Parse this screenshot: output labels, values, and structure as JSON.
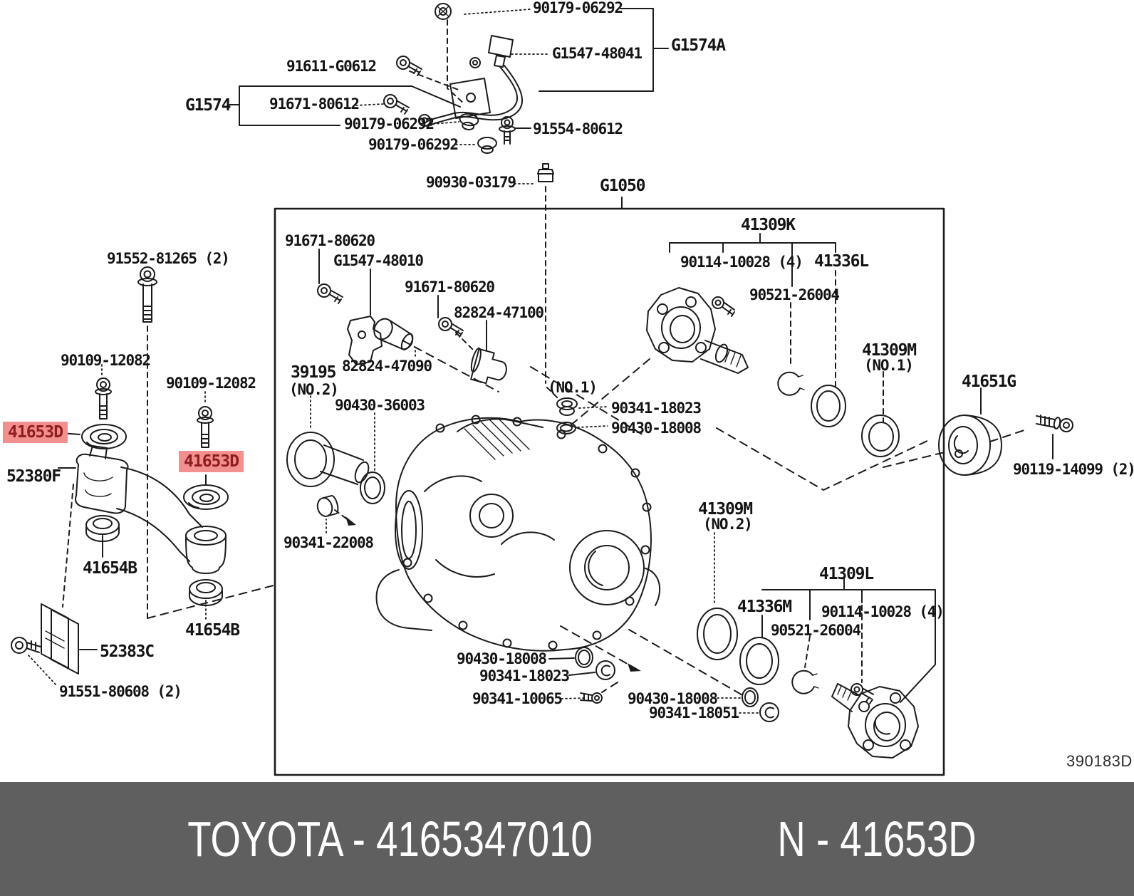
{
  "diagram": {
    "figure_number": "390183D",
    "highlight": {
      "background": "#f29090",
      "text_color": "#8f1d1d"
    },
    "line_color": "#1b1b1b",
    "labels": [
      {
        "id": "grommet-top",
        "text": "90179-06292"
      },
      {
        "id": "sensor-wire-g1547-48041",
        "text": "G1547-48041"
      },
      {
        "id": "group-g1574a",
        "text": "G1574A"
      },
      {
        "id": "bolt-91611-g0612",
        "text": "91611-G0612"
      },
      {
        "id": "group-g1574",
        "text": "G1574"
      },
      {
        "id": "bolt-91671-80612",
        "text": "91671-80612"
      },
      {
        "id": "grommet-mid",
        "text": "90179-06292"
      },
      {
        "id": "bolt-91554-80612",
        "text": "91554-80612"
      },
      {
        "id": "grommet-low",
        "text": "90179-06292"
      },
      {
        "id": "breather-90930-03179",
        "text": "90930-03179"
      },
      {
        "id": "group-g1050",
        "text": "G1050"
      },
      {
        "id": "bolt-91671-80620-a",
        "text": "91671-80620"
      },
      {
        "id": "bracket-g1547-48010",
        "text": "G1547-48010"
      },
      {
        "id": "bolt-91671-80620-b",
        "text": "91671-80620"
      },
      {
        "id": "sensor-82824-47100",
        "text": "82824-47100"
      },
      {
        "id": "group-41309k",
        "text": "41309K"
      },
      {
        "id": "bolt-90114-10028-a",
        "text": "90114-10028 (4)"
      },
      {
        "id": "seal-41336l",
        "text": "41336L"
      },
      {
        "id": "snapring-90521-26004-a",
        "text": "90521-26004"
      },
      {
        "id": "seal-41309m-no1",
        "text": "41309M"
      },
      {
        "id": "seal-41309m-no1-sub",
        "text": "(NO.1)"
      },
      {
        "id": "sensor-82824-47090",
        "text": "82824-47090"
      },
      {
        "id": "bearing-39195",
        "text": "39195"
      },
      {
        "id": "bearing-39195-sub",
        "text": "(NO.2)"
      },
      {
        "id": "oring-90430-36003",
        "text": "90430-36003"
      },
      {
        "id": "note-no1",
        "text": "(NO.1)"
      },
      {
        "id": "plug-90341-18023-a",
        "text": "90341-18023"
      },
      {
        "id": "gasket-90430-18008-a",
        "text": "90430-18008"
      },
      {
        "id": "damper-41651g",
        "text": "41651G"
      },
      {
        "id": "bolt-90119-14099",
        "text": "90119-14099 (2)"
      },
      {
        "id": "bolt-91552-81265",
        "text": "91552-81265 (2)"
      },
      {
        "id": "bolt-90109-12082-a",
        "text": "90109-12082"
      },
      {
        "id": "bolt-90109-12082-b",
        "text": "90109-12082"
      },
      {
        "id": "washer-41653d-a",
        "text": "41653D",
        "highlighted": true
      },
      {
        "id": "washer-41653d-b",
        "text": "41653D",
        "highlighted": true
      },
      {
        "id": "support-52380f",
        "text": "52380F"
      },
      {
        "id": "plug-90341-22008",
        "text": "90341-22008"
      },
      {
        "id": "nut-41654b-a",
        "text": "41654B"
      },
      {
        "id": "seal-41309m-no2",
        "text": "41309M"
      },
      {
        "id": "seal-41309m-no2-sub",
        "text": "(NO.2)"
      },
      {
        "id": "nut-41654b-b",
        "text": "41654B"
      },
      {
        "id": "plate-52383c",
        "text": "52383C"
      },
      {
        "id": "bolt-91551-80608",
        "text": "91551-80608 (2)"
      },
      {
        "id": "seal-41336m",
        "text": "41336M"
      },
      {
        "id": "group-41309l",
        "text": "41309L"
      },
      {
        "id": "bolt-90114-10028-b",
        "text": "90114-10028 (4)"
      },
      {
        "id": "snapring-90521-26004-b",
        "text": "90521-26004"
      },
      {
        "id": "gasket-90430-18008-b",
        "text": "90430-18008"
      },
      {
        "id": "plug-90341-18023-b",
        "text": "90341-18023"
      },
      {
        "id": "bolt-90341-10065",
        "text": "90341-10065"
      },
      {
        "id": "gasket-90430-18008-c",
        "text": "90430-18008"
      },
      {
        "id": "plug-90341-18051",
        "text": "90341-18051"
      },
      {
        "id": "figure-code",
        "text": "390183D"
      }
    ]
  },
  "footer": {
    "background_color": "#5f5f5f",
    "brand_part": "TOYOTA - 4165347010",
    "part_code": "N - 41653D"
  }
}
